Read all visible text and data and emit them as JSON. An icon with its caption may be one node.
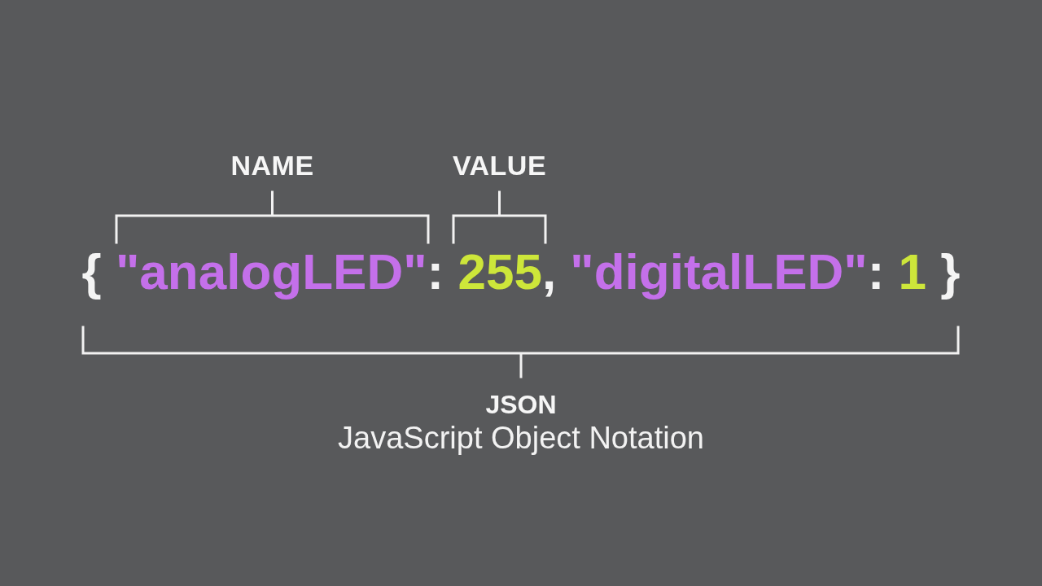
{
  "diagram": {
    "labels": [
      "NAME",
      "VALUE",
      "{ \"analogLED\": 255, \"digitalLED\": 1 }",
      "JSON",
      "JavaScript Object Notation"
    ]
  }
}
